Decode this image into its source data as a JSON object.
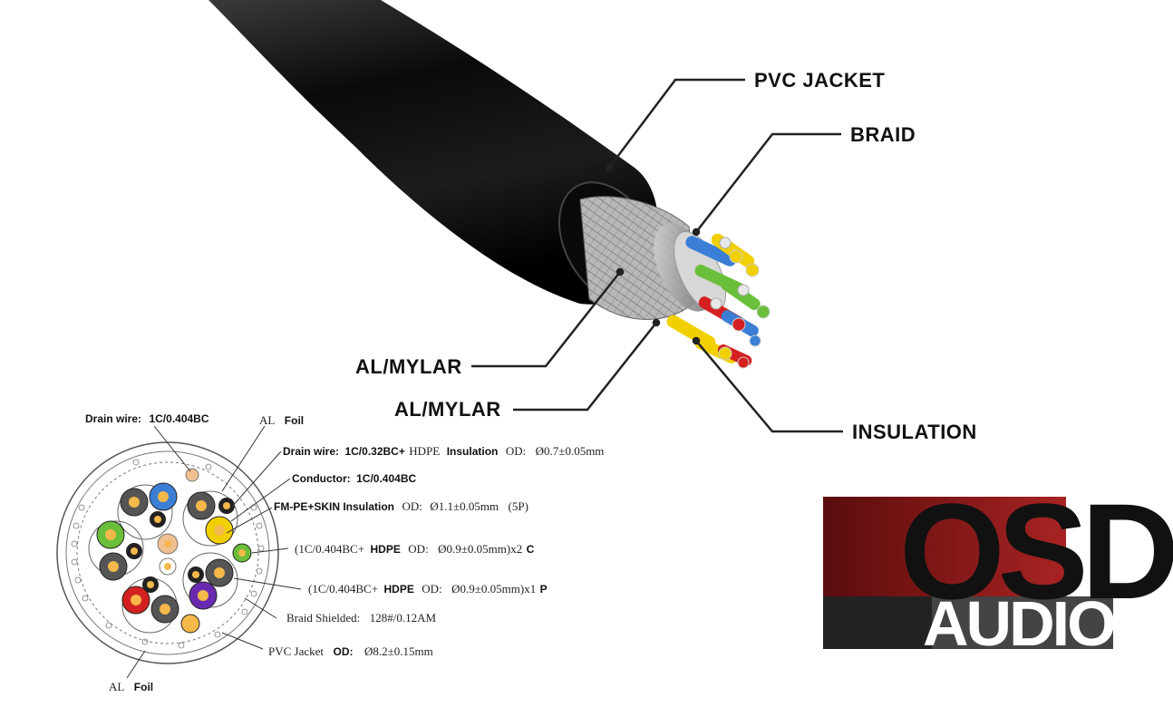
{
  "callouts": {
    "pvc_jacket": "PVC JACKET",
    "braid": "BRAID",
    "al_mylar_1": "AL/MYLAR",
    "al_mylar_2": "AL/MYLAR",
    "insulation": "INSULATION"
  },
  "cross_section": {
    "drain_wire_top": {
      "label": "Drain wire:",
      "value": "1C/0.404BC"
    },
    "al_foil_top": {
      "label": "AL",
      "bold": "Foil"
    },
    "drain_wire_2": {
      "bold": "Drain wire:",
      "bold2": "1C/0.32BC+",
      "mid": "HDPE",
      "bold3": "Insulation",
      "od": "OD:",
      "value": "Ø0.7±0.05mm"
    },
    "conductor": {
      "bold": "Conductor:",
      "value": "1C/0.404BC"
    },
    "fm_pe": {
      "bold": "FM-PE+SKIN Insulation",
      "od": "OD:",
      "value": "Ø1.1±0.05mm",
      "suffix": "(5P)"
    },
    "spec_2c": {
      "pre": "(1C/0.404BC+",
      "bold": "HDPE",
      "od": "OD:",
      "value": "Ø0.9±0.05mm)x2",
      "suffix": "C"
    },
    "spec_1p": {
      "pre": "(1C/0.404BC+",
      "bold": "HDPE",
      "od": "OD:",
      "value": "Ø0.9±0.05mm)x1",
      "suffix": "P"
    },
    "braid_shielded": {
      "label": "Braid Shielded:",
      "value": "128#/0.12AM"
    },
    "pvc_jacket": {
      "label": "PVC Jacket",
      "bold": "OD:",
      "value": "Ø8.2±0.15mm"
    },
    "al_foil_bottom": {
      "label": "AL",
      "bold": "Foil"
    }
  },
  "logo": {
    "top": "OSD",
    "bottom": "AUDIO"
  },
  "colors": {
    "jacket": "#0d0d0d",
    "logo_red": "#8b1a1a",
    "wire_yellow": "#f2d000",
    "wire_blue": "#3a7fd5",
    "wire_green": "#6abf3a",
    "wire_red": "#d42020",
    "wire_purple": "#6a2ab0",
    "wire_orange": "#f5b84a"
  }
}
